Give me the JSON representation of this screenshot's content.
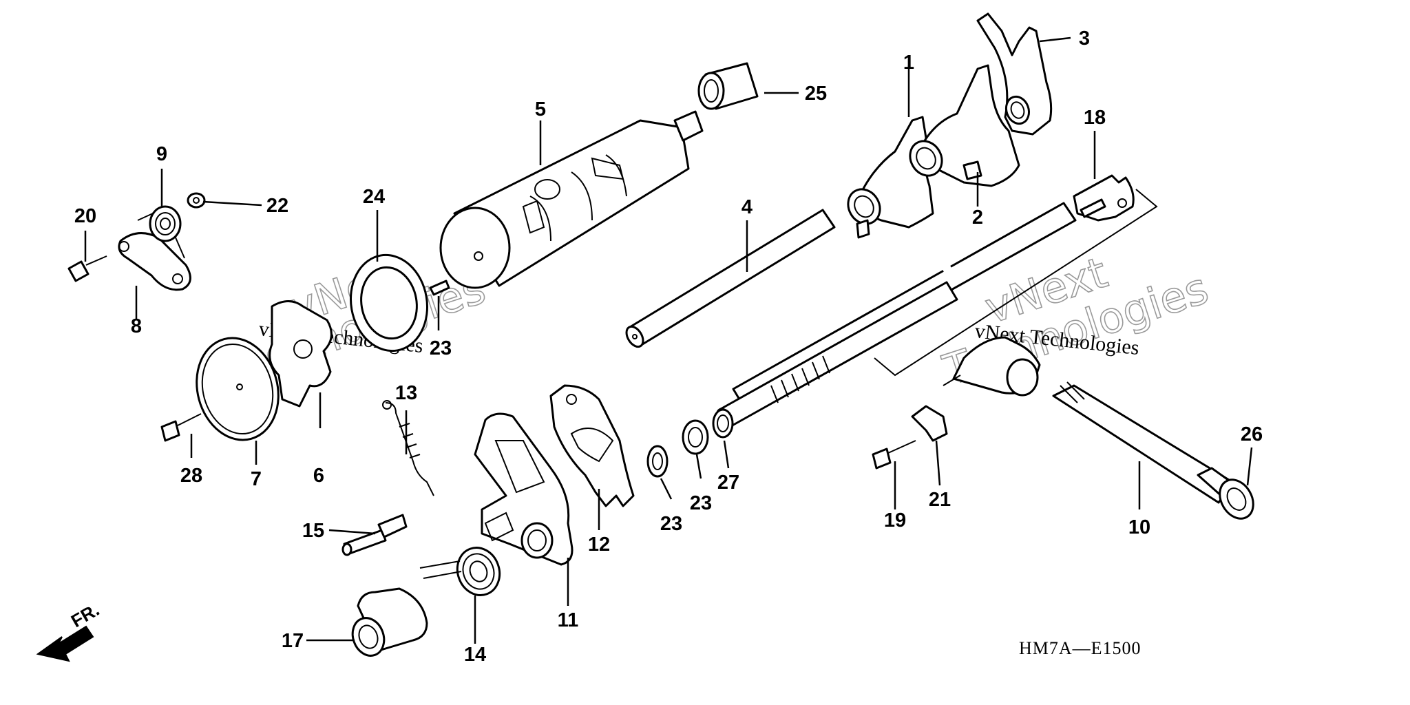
{
  "diagram": {
    "code": "HM7A—E1500",
    "front_label": "FR.",
    "front_arrow_icon": "front-direction-arrow-icon",
    "watermarks": [
      {
        "big": "vNext",
        "small": "vNext Technologies",
        "big2": "Technologies"
      },
      {
        "big": "vNext",
        "small": "vNext Technologies",
        "big2": "Technologies"
      }
    ],
    "callouts": {
      "c1": "1",
      "c2": "2",
      "c3": "3",
      "c4": "4",
      "c5": "5",
      "c6": "6",
      "c7": "7",
      "c8": "8",
      "c9": "9",
      "c10": "10",
      "c11": "11",
      "c12": "12",
      "c13": "13",
      "c14": "14",
      "c15": "15",
      "c17": "17",
      "c18": "18",
      "c19": "19",
      "c20": "20",
      "c21": "21",
      "c22": "22",
      "c23a": "23",
      "c23b": "23",
      "c23c": "23",
      "c24": "24",
      "c25": "25",
      "c26": "26",
      "c27": "27",
      "c28": "28"
    }
  }
}
